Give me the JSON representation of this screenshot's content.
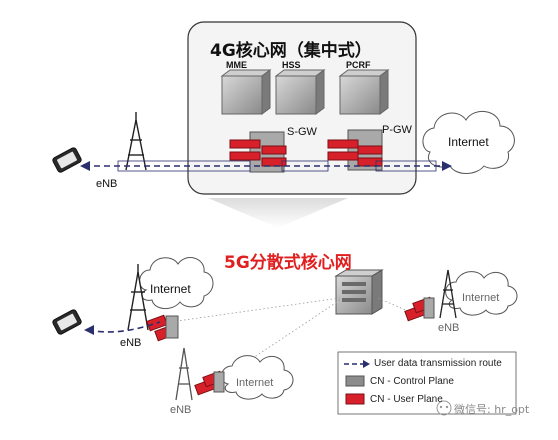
{
  "titles": {
    "top": "4G核心网（集中式）",
    "bottom": "5G分散式核心网"
  },
  "nodes_4g": {
    "mme": "MME",
    "hss": "HSS",
    "pcrf": "PCRF",
    "sgw": "S-GW",
    "pgw": "P-GW",
    "internet": "Internet",
    "enb": "eNB"
  },
  "nodes_5g": {
    "internet_left": "Internet",
    "internet_right": "Internet",
    "internet_bottom": "Internet",
    "enb_left": "eNB",
    "enb_right": "eNB",
    "enb_bottom": "eNB"
  },
  "legend": {
    "route": "User data transmission route",
    "control": "CN - Control Plane",
    "user": "CN - User Plane"
  },
  "watermark": "微信号: hr_opt",
  "colors": {
    "red": "#d8202a",
    "grey": "#8c8c8c",
    "route": "#2a2f6e",
    "panel": "#f3f3f3"
  }
}
